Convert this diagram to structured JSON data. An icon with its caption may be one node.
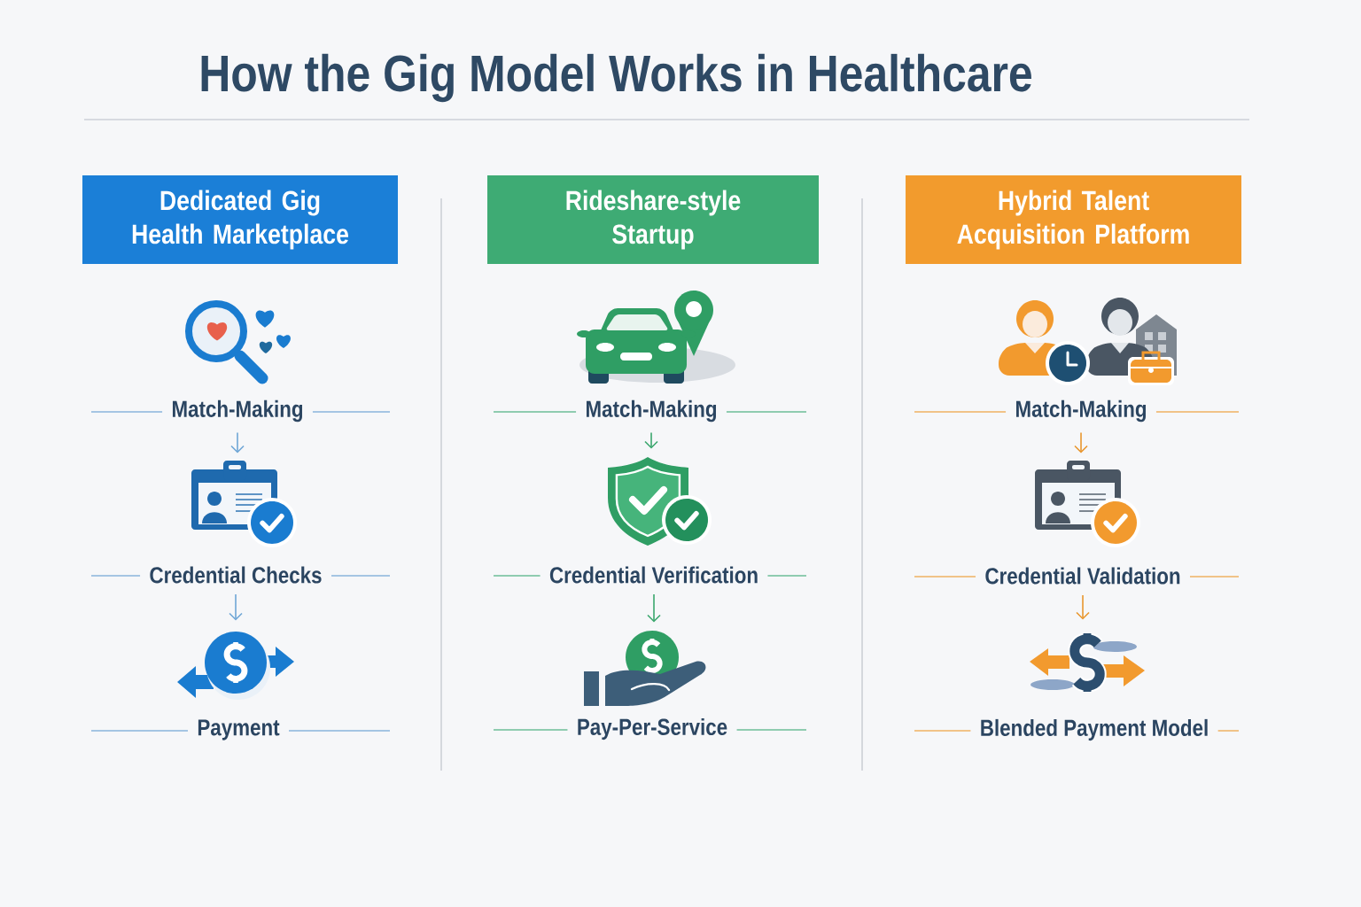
{
  "diagram": {
    "title": "How the Gig Model Works in Healthcare",
    "nodes": [
      {
        "text": [
          "Dedicated Gig Health Marketplace"
        ]
      },
      {
        "text": [
          "Match-Making"
        ]
      },
      {
        "text": [],
        "shape": "picture"
      },
      {
        "text": [
          "Credential Checks"
        ]
      },
      {
        "text": [],
        "shape": "picture"
      },
      {
        "text": [
          "Payment"
        ]
      },
      {
        "text": [
          "Rideshare-style Startup"
        ]
      },
      {
        "text": [
          "Match-Making"
        ]
      },
      {
        "text": [],
        "shape": "picture"
      },
      {
        "text": [
          "Credential Verification"
        ]
      },
      {
        "text": [],
        "shape": "picture"
      },
      {
        "text": [
          "Pay-Per-Service"
        ]
      },
      {
        "text": [
          "Hybrid Talent Acquisition Platform"
        ]
      },
      {
        "text": [
          "Match-Making"
        ]
      },
      {
        "text": [],
        "shape": "picture"
      },
      {
        "text": [
          "Credential Validation"
        ]
      },
      {
        "text": [],
        "shape": "picture"
      },
      {
        "text": [
          "Blended Payment Model"
        ]
      }
    ],
    "edges": [
      {
        "from": 1,
        "to": 2,
        "arrow": "to",
        "color": "#6fa6d6"
      },
      {
        "from": 3,
        "to": 4,
        "arrow": "to",
        "color": "#6fa6d6"
      },
      {
        "from": 7,
        "to": 8,
        "arrow": "to",
        "color": "#3aa66d"
      },
      {
        "from": 9,
        "to": 10,
        "arrow": "to",
        "color": "#3aa66d"
      },
      {
        "from": 13,
        "to": 14,
        "arrow": "to",
        "color": "#e8962e"
      },
      {
        "from": 15,
        "to": 16,
        "arrow": "to",
        "color": "#e8962e"
      }
    ]
  }
}
